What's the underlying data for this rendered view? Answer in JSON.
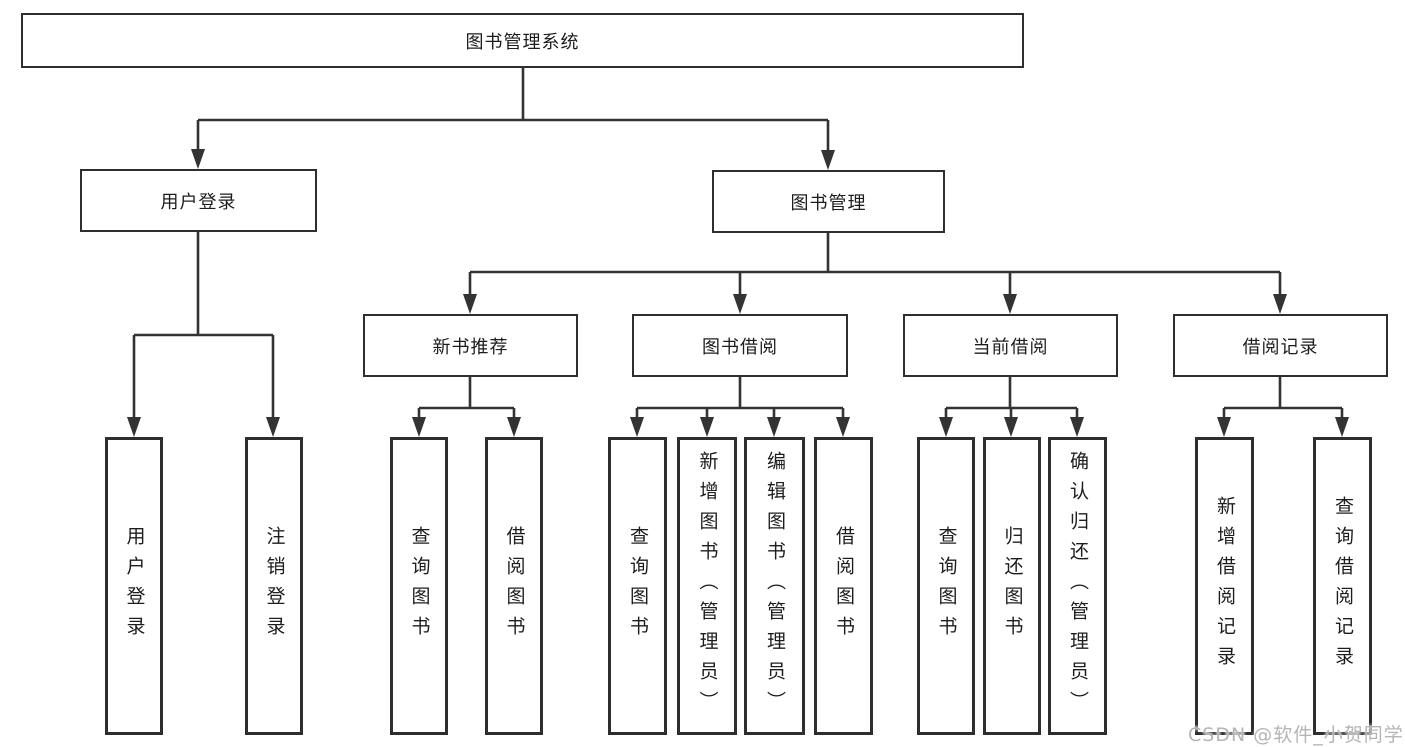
{
  "diagram": {
    "root": {
      "label": "图书管理系统"
    },
    "user_login": {
      "label": "用户登录",
      "children": [
        {
          "label": "用户登录"
        },
        {
          "label": "注销登录"
        }
      ]
    },
    "book_management": {
      "label": "图书管理",
      "children": [
        {
          "label": "新书推荐",
          "children": [
            {
              "label": "查询图书"
            },
            {
              "label": "借阅图书"
            }
          ]
        },
        {
          "label": "图书借阅",
          "children": [
            {
              "label": "查询图书"
            },
            {
              "label": "新增图书（管理员）"
            },
            {
              "label": "编辑图书（管理员）"
            },
            {
              "label": "借阅图书"
            }
          ]
        },
        {
          "label": "当前借阅",
          "children": [
            {
              "label": "查询图书"
            },
            {
              "label": "归还图书"
            },
            {
              "label": "确认归还（管理员）"
            }
          ]
        },
        {
          "label": "借阅记录",
          "children": [
            {
              "label": "新增借阅记录"
            },
            {
              "label": "查询借阅记录"
            }
          ]
        }
      ]
    }
  },
  "watermark": {
    "text": "CSDN @软件_小贺同学"
  },
  "colors": {
    "line": "#333333",
    "box_border": "#2e2e2e",
    "text": "#1d1d1d",
    "background": "#ffffff",
    "watermark": "#b5b5b5"
  }
}
